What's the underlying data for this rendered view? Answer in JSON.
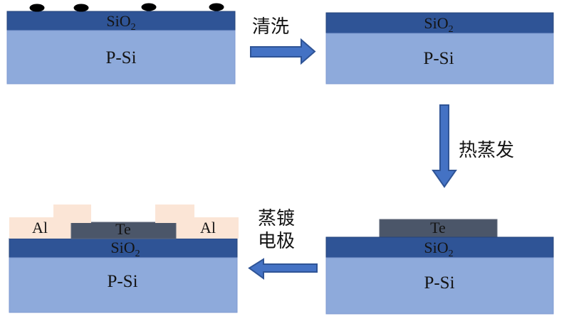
{
  "diagram": {
    "type": "process-flow",
    "description_visible_text_only": true
  },
  "labels": {
    "sio2_base": "SiO",
    "sio2_sub": "2",
    "psi": "P-Si",
    "te": "Te",
    "al": "Al"
  },
  "steps": {
    "clean": "清洗",
    "thermal_evaporation": "热蒸发",
    "electrode_line1": "蒸镀",
    "electrode_line2": "电极"
  },
  "palette": {
    "sio2_fill": "#2F5496",
    "sio2_stroke": "#26437A",
    "psi_fill": "#8EAADB",
    "psi_stroke": "#7F9AD0",
    "te_fill": "#4B5669",
    "te_stroke": "#5C6678",
    "al_fill": "#FBE5D6",
    "al_stroke": "#F6DCC9",
    "arrow_fill": "#4472C4",
    "arrow_stroke": "#2F5496",
    "particle_fill": "#000000",
    "text_color": "#141414"
  }
}
